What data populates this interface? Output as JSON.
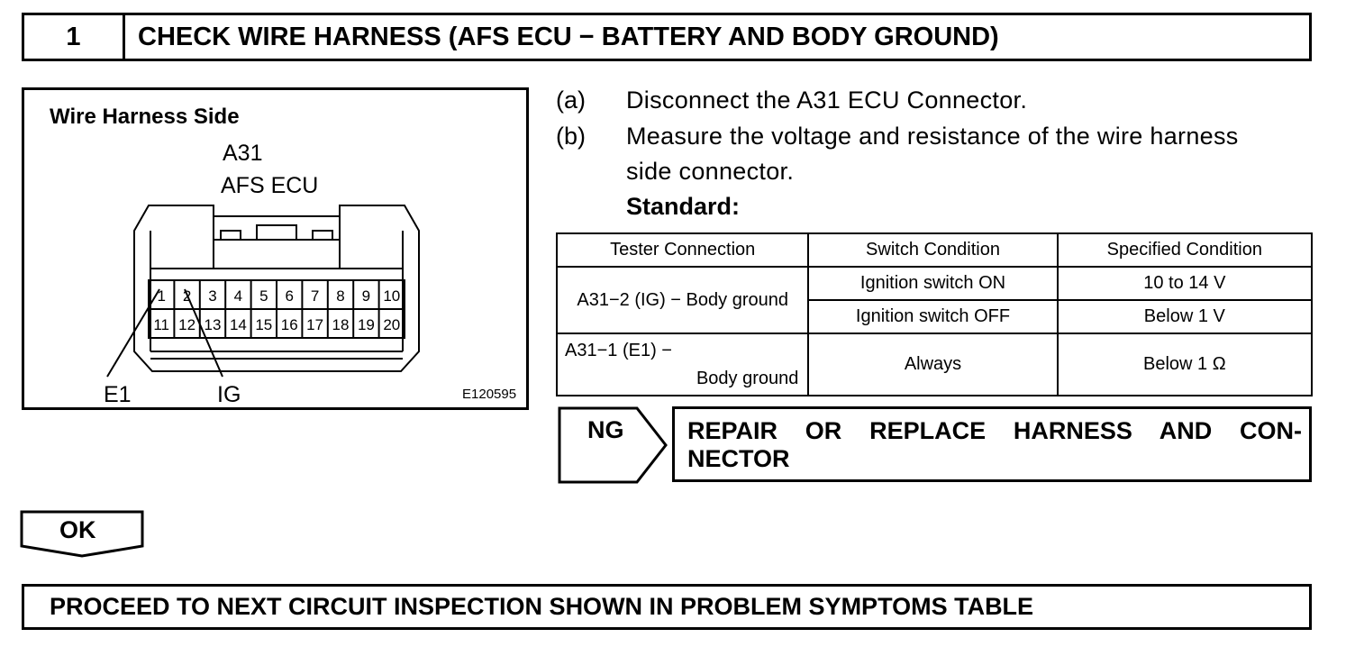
{
  "step": {
    "number": "1",
    "title": "CHECK WIRE HARNESS (AFS ECU − BATTERY AND BODY GROUND)"
  },
  "figure": {
    "heading": "Wire Harness Side",
    "connector_code": "A31",
    "connector_name": "AFS ECU",
    "pins_top": [
      "1",
      "2",
      "3",
      "4",
      "5",
      "6",
      "7",
      "8",
      "9",
      "10"
    ],
    "pins_bottom": [
      "11",
      "12",
      "13",
      "14",
      "15",
      "16",
      "17",
      "18",
      "19",
      "20"
    ],
    "wire_labels": {
      "e1": "E1",
      "ig": "IG"
    },
    "figure_ref": "E120595"
  },
  "instructions": [
    {
      "letter": "(a)",
      "lines": [
        "Disconnect the A31 ECU Connector."
      ]
    },
    {
      "letter": "(b)",
      "lines": [
        "Measure the voltage and resistance of the wire harness",
        "side connector."
      ]
    }
  ],
  "standard_label": "Standard:",
  "table": {
    "headers": [
      "Tester Connection",
      "Switch Condition",
      "Specified Condition"
    ],
    "rows": [
      {
        "connection": "A31−2 (IG) − Body ground",
        "switch": "Ignition switch ON",
        "spec": "10 to 14 V"
      },
      {
        "switch": "Ignition switch OFF",
        "spec": "Below 1 V"
      },
      {
        "connection_line1": "A31−1 (E1) −",
        "connection_line2": "Body ground",
        "switch": "Always",
        "spec": "Below 1 Ω"
      }
    ]
  },
  "ng": {
    "label": "NG",
    "action": "REPAIR OR REPLACE HARNESS AND CON- NECTOR"
  },
  "ok": {
    "label": "OK"
  },
  "final": {
    "text": "PROCEED TO NEXT CIRCUIT INSPECTION SHOWN IN PROBLEM SYMPTOMS TABLE"
  }
}
